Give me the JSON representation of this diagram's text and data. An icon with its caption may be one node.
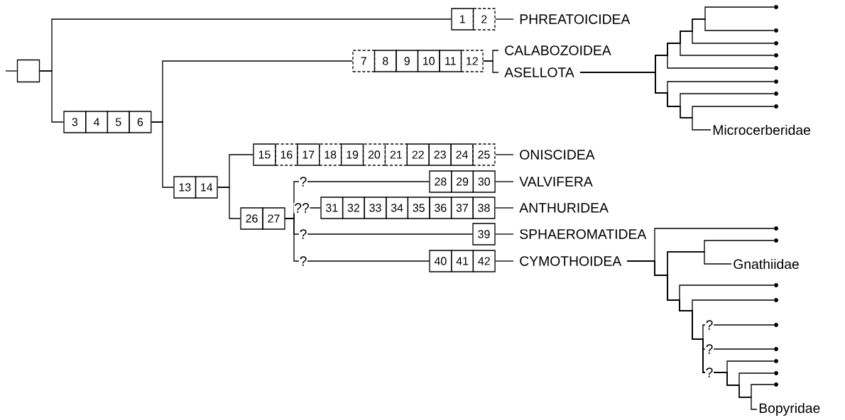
{
  "diagram": {
    "nodes": [
      {
        "text": [],
        "shape": "box"
      },
      {
        "text": [
          "1"
        ]
      },
      {
        "text": [
          "2"
        ]
      },
      {
        "text": [
          "3"
        ]
      },
      {
        "text": [
          "4"
        ]
      },
      {
        "text": [
          "5"
        ]
      },
      {
        "text": [
          "6"
        ]
      },
      {
        "text": [
          "7"
        ]
      },
      {
        "text": [
          "8"
        ]
      },
      {
        "text": [
          "9"
        ]
      },
      {
        "text": [
          "10"
        ]
      },
      {
        "text": [
          "11"
        ]
      },
      {
        "text": [
          "12"
        ]
      },
      {
        "text": [
          "13"
        ]
      },
      {
        "text": [
          "14"
        ]
      },
      {
        "text": [
          "15"
        ]
      },
      {
        "text": [
          "16"
        ]
      },
      {
        "text": [
          "17"
        ]
      },
      {
        "text": [
          "18"
        ]
      },
      {
        "text": [
          "19"
        ]
      },
      {
        "text": [
          "20"
        ]
      },
      {
        "text": [
          "21"
        ]
      },
      {
        "text": [
          "22"
        ]
      },
      {
        "text": [
          "23"
        ]
      },
      {
        "text": [
          "24"
        ]
      },
      {
        "text": [
          "25"
        ]
      },
      {
        "text": [
          "26"
        ]
      },
      {
        "text": [
          "27"
        ]
      },
      {
        "text": [
          "28"
        ]
      },
      {
        "text": [
          "29"
        ]
      },
      {
        "text": [
          "30"
        ]
      },
      {
        "text": [
          "31"
        ]
      },
      {
        "text": [
          "32"
        ]
      },
      {
        "text": [
          "33"
        ]
      },
      {
        "text": [
          "34"
        ]
      },
      {
        "text": [
          "35"
        ]
      },
      {
        "text": [
          "36"
        ]
      },
      {
        "text": [
          "37"
        ]
      },
      {
        "text": [
          "38"
        ]
      },
      {
        "text": [
          "39"
        ]
      },
      {
        "text": [
          "40"
        ]
      },
      {
        "text": [
          "41"
        ]
      },
      {
        "text": [
          "42"
        ]
      },
      {
        "text": [
          "PHREATOICIDEA"
        ]
      },
      {
        "text": [
          "CALABOZOIDEA"
        ]
      },
      {
        "text": [
          "ASELLOTA"
        ]
      },
      {
        "text": [
          "ONISCIDEA"
        ]
      },
      {
        "text": [
          "VALVIFERA"
        ]
      },
      {
        "text": [
          "ANTHURIDEA"
        ]
      },
      {
        "text": [
          "SPHAEROMATIDEA"
        ]
      },
      {
        "text": [
          "CYMOTHOIDEA"
        ]
      },
      {
        "text": [],
        "shape": "circle"
      },
      {
        "text": [],
        "shape": "circle"
      },
      {
        "text": [],
        "shape": "circle"
      },
      {
        "text": [],
        "shape": "circle"
      },
      {
        "text": [],
        "shape": "circle"
      },
      {
        "text": [],
        "shape": "circle"
      },
      {
        "text": [],
        "shape": "circle"
      },
      {
        "text": [],
        "shape": "circle"
      },
      {
        "text": [
          "Microcerberidae"
        ]
      },
      {
        "text": [],
        "shape": "circle"
      },
      {
        "text": [],
        "shape": "circle"
      },
      {
        "text": [
          "Gnathiidae"
        ]
      },
      {
        "text": [],
        "shape": "circle"
      },
      {
        "text": [],
        "shape": "circle"
      },
      {
        "text": [],
        "shape": "circle"
      },
      {
        "text": [],
        "shape": "circle"
      },
      {
        "text": [],
        "shape": "circle"
      },
      {
        "text": [],
        "shape": "circle"
      },
      {
        "text": [],
        "shape": "circle"
      },
      {
        "text": [
          "Bopyridae"
        ]
      }
    ],
    "edges": [
      {
        "from": null,
        "to": 0,
        "arrow": "none"
      },
      {
        "from": 0,
        "to": 1,
        "arrow": "none"
      },
      {
        "from": 0,
        "to": 3,
        "arrow": "none"
      },
      {
        "from": 2,
        "to": 43,
        "arrow": "none"
      },
      {
        "from": 6,
        "to": 7,
        "arrow": "none"
      },
      {
        "from": 6,
        "to": 13,
        "arrow": "none"
      },
      {
        "from": 12,
        "to": 44,
        "arrow": "none"
      },
      {
        "from": 12,
        "to": 45,
        "arrow": "none"
      },
      {
        "from": 14,
        "to": 15,
        "arrow": "none"
      },
      {
        "from": 14,
        "to": 26,
        "arrow": "none"
      },
      {
        "from": 25,
        "to": 46,
        "arrow": "none"
      },
      {
        "from": 27,
        "to": 28,
        "arrow": "none",
        "label": "?"
      },
      {
        "from": 27,
        "to": 31,
        "arrow": "none",
        "label": "??"
      },
      {
        "from": 27,
        "to": 39,
        "arrow": "none",
        "label": "?"
      },
      {
        "from": 27,
        "to": 40,
        "arrow": "none",
        "label": "?"
      },
      {
        "from": 30,
        "to": 47,
        "arrow": "none"
      },
      {
        "from": 38,
        "to": 48,
        "arrow": "none"
      },
      {
        "from": 39,
        "to": 49,
        "arrow": "none"
      },
      {
        "from": 42,
        "to": 50,
        "arrow": "none"
      },
      {
        "from": 45,
        "to": 51,
        "arrow": "none"
      },
      {
        "from": 45,
        "to": 52,
        "arrow": "none"
      },
      {
        "from": 45,
        "to": 53,
        "arrow": "none"
      },
      {
        "from": 45,
        "to": 54,
        "arrow": "none"
      },
      {
        "from": 45,
        "to": 55,
        "arrow": "none"
      },
      {
        "from": 45,
        "to": 56,
        "arrow": "none"
      },
      {
        "from": 45,
        "to": 57,
        "arrow": "none"
      },
      {
        "from": 45,
        "to": 58,
        "arrow": "none"
      },
      {
        "from": 45,
        "to": 59,
        "arrow": "none"
      },
      {
        "from": 50,
        "to": 60,
        "arrow": "none"
      },
      {
        "from": 50,
        "to": 61,
        "arrow": "none"
      },
      {
        "from": 50,
        "to": 62,
        "arrow": "none"
      },
      {
        "from": 50,
        "to": 63,
        "arrow": "none"
      },
      {
        "from": 50,
        "to": 64,
        "arrow": "none"
      },
      {
        "from": 50,
        "to": 65,
        "arrow": "none",
        "label": "?"
      },
      {
        "from": 50,
        "to": 66,
        "arrow": "none",
        "label": "?"
      },
      {
        "from": 50,
        "to": 67,
        "arrow": "none",
        "label": "?"
      },
      {
        "from": 50,
        "to": 68,
        "arrow": "none"
      },
      {
        "from": 50,
        "to": 69,
        "arrow": "none"
      },
      {
        "from": 50,
        "to": 70,
        "arrow": "none"
      }
    ]
  }
}
